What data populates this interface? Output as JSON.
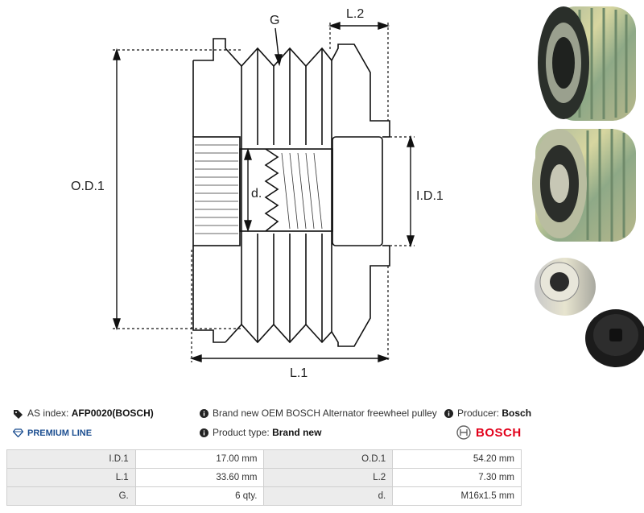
{
  "diagram": {
    "labels": {
      "g": "G",
      "l2": "L.2",
      "od1": "O.D.1",
      "d": "d.",
      "id1": "I.D.1",
      "l1": "L.1"
    }
  },
  "info": {
    "as_index_label": "AS index:",
    "as_index_value": "AFP0020(BOSCH)",
    "description": "Brand new OEM BOSCH Alternator freewheel pulley",
    "producer_label": "Producer:",
    "producer_value": "Bosch",
    "premium_line": "PREMIUM LINE",
    "product_type_label": "Product type:",
    "product_type_value": "Brand new",
    "brand_logo": "BOSCH"
  },
  "specs": [
    [
      {
        "label": "I.D.1",
        "value": "17.00 mm"
      },
      {
        "label": "O.D.1",
        "value": "54.20 mm"
      }
    ],
    [
      {
        "label": "L.1",
        "value": "33.60 mm"
      },
      {
        "label": "L.2",
        "value": "7.30 mm"
      }
    ],
    [
      {
        "label": "G.",
        "value": "6 qty."
      },
      {
        "label": "d.",
        "value": "M16x1.5 mm"
      }
    ]
  ],
  "colors": {
    "brand_red": "#e2001a",
    "premium_blue": "#1d4f91",
    "label_bg": "#ececec"
  }
}
